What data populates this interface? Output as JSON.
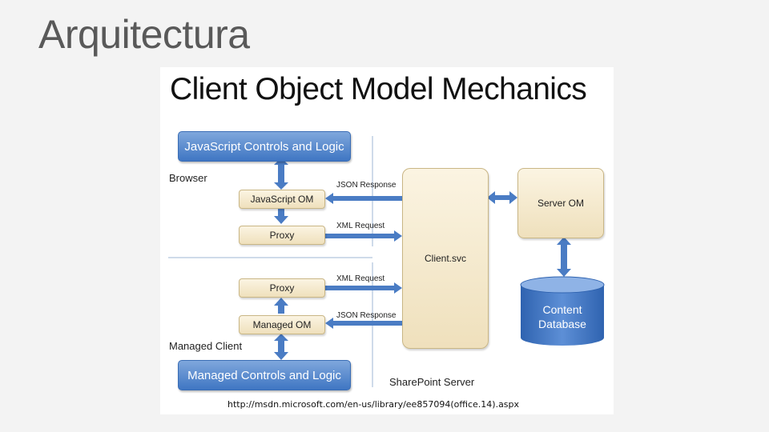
{
  "slide": {
    "title": "Arquitectura"
  },
  "diagram": {
    "title": "Client Object Model Mechanics",
    "sections": {
      "browser": "Browser",
      "managed_client": "Managed Client",
      "sharepoint_server": "SharePoint Server"
    },
    "boxes": {
      "js_controls": "JavaScript Controls and Logic",
      "javascript_om": "JavaScript OM",
      "proxy_browser": "Proxy",
      "proxy_managed": "Proxy",
      "managed_om": "Managed OM",
      "managed_controls": "Managed Controls and Logic",
      "client_svc": "Client.svc",
      "server_om": "Server OM",
      "content_database_line1": "Content",
      "content_database_line2": "Database"
    },
    "messages": {
      "json_response_top": "JSON Response",
      "xml_request_top": "XML Request",
      "xml_request_bottom": "XML Request",
      "json_response_bottom": "JSON Response"
    },
    "source_url": "http://msdn.microsoft.com/en-us/library/ee857094(office.14).aspx",
    "colors": {
      "blue": "#3f76c3",
      "tan": "#efe0bc",
      "arrow": "#4a7cc4"
    }
  }
}
